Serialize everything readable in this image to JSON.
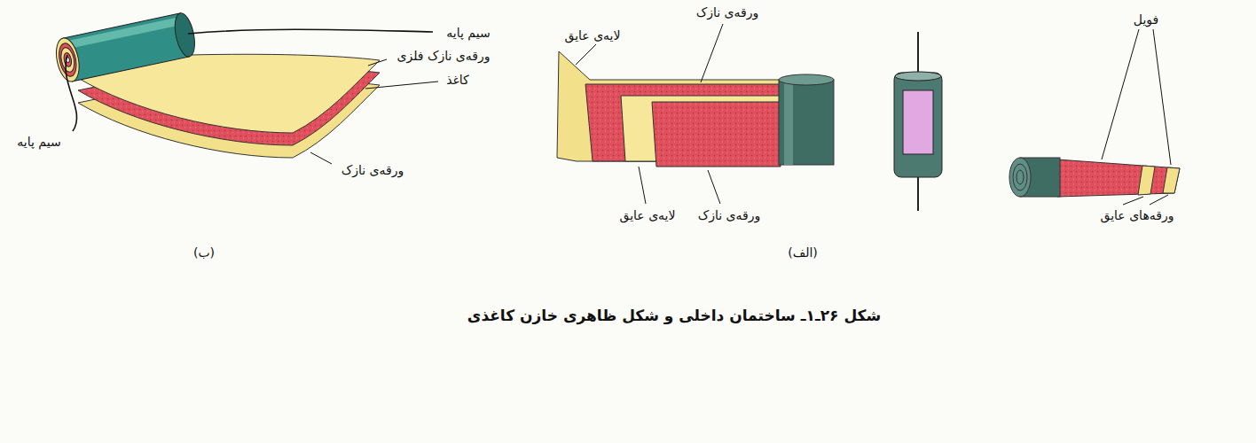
{
  "diagram": {
    "caption": "شکل ۲۶ـ۱ـ ساختمان داخلی و شکل ظاهری خازن کاغذی",
    "labels": [
      "سیم پایه",
      "ورقه‌ی نازک فلزی",
      "کاغذ",
      "سیم پایه",
      "ورقه‌ی نازک",
      "(ب)",
      "ورقه‌ی نازک",
      "لایه‌ی عایق",
      "لایه‌ی عایق",
      "ورقه‌ی نازک",
      "(الف)",
      "فویل",
      "ورقه‌های عایق"
    ]
  }
}
